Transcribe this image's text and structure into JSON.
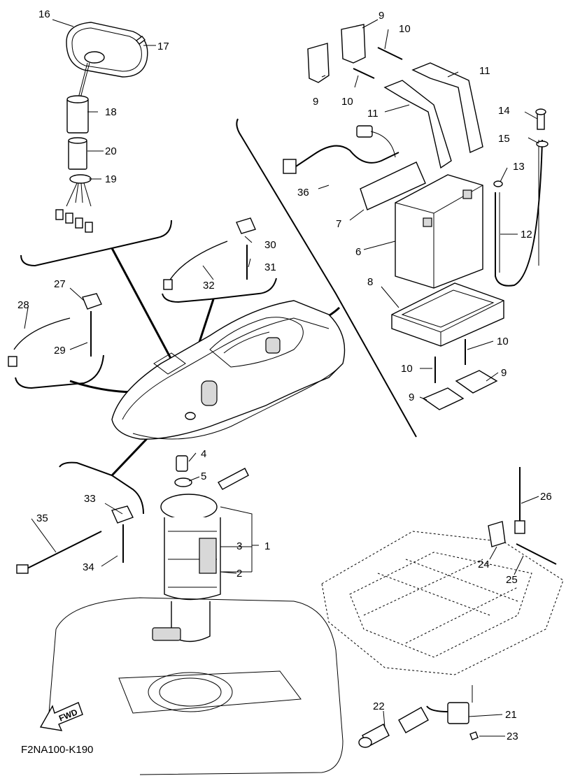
{
  "diagram": {
    "code": "F2NA100-K190",
    "fwd_label": "FWD",
    "labels": {
      "p1": "1",
      "p2": "2",
      "p3": "3",
      "p4": "4",
      "p5": "5",
      "p6": "6",
      "p7": "7",
      "p8": "8",
      "p9a": "9",
      "p9b": "9",
      "p9c": "9",
      "p9d": "9",
      "p10a": "10",
      "p10b": "10",
      "p10c": "10",
      "p10d": "10",
      "p11a": "11",
      "p11b": "11",
      "p12": "12",
      "p13": "13",
      "p14": "14",
      "p15": "15",
      "p16": "16",
      "p17": "17",
      "p18": "18",
      "p19": "19",
      "p20": "20",
      "p21": "21",
      "p22": "22",
      "p23": "23",
      "p24": "24",
      "p25": "25",
      "p26": "26",
      "p27": "27",
      "p28": "28",
      "p29": "29",
      "p30": "30",
      "p31": "31",
      "p32": "32",
      "p33": "33",
      "p34": "34",
      "p35": "35",
      "p36": "36"
    }
  }
}
